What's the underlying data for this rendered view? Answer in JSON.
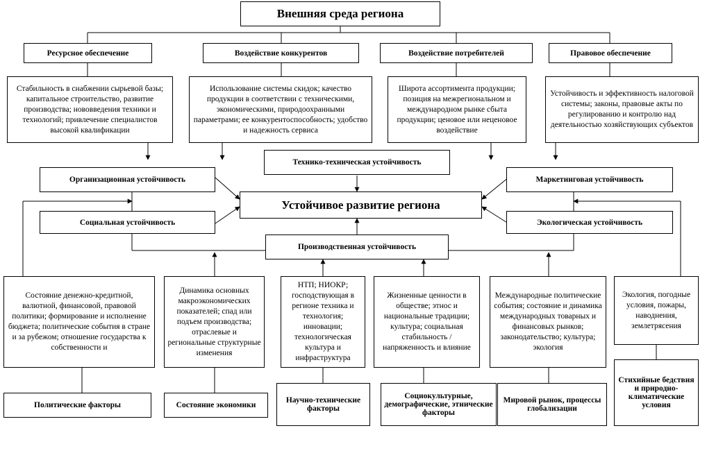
{
  "title": "Внешняя среда региона",
  "center": "Устойчивое развитие региона",
  "factors": {
    "resource": {
      "label": "Ресурсное обеспечение",
      "text": "Стабильность в снабжении сырьевой базы; капитальное строительство, развитие производства; нововведения техники и технологий; привлечение специалистов высокой квалификации"
    },
    "competitors": {
      "label": "Воздействие конкурентов",
      "text": "Использование системы скидок; качество продукции в соответствии с техническими, экономическими, природоохранными параметрами; ее конкурентоспособность; удобство и надежность сервиса"
    },
    "consumers": {
      "label": "Воздействие потребителей",
      "text": "Широта ассортимента продукции; позиция на межрегиональном и международном рынке сбыта продукции; ценовое или неценовое воздействие"
    },
    "legal": {
      "label": "Правовое обеспечение",
      "text": "Устойчивость и эффективность налоговой системы; законы, правовые акты по регулированию и контролю над деятельностью хозяйствующих субъектов"
    }
  },
  "sustainability": {
    "technical": "Технико-техническая устойчивость",
    "organizational": "Организационная устойчивость",
    "marketing": "Маркетинговая устойчивость",
    "social": "Социальная устойчивость",
    "ecological": "Экологическая  устойчивость",
    "production": "Производственная устойчивость"
  },
  "bottom": {
    "political": {
      "label": "Политические факторы",
      "text": "Состояние денежно-кредитной, валютной, финансовой, правовой политики; формирование и исполнение бюджета; политические события в стране и за рубежом; отношение государства к собственности и"
    },
    "economy": {
      "label": "Состояние экономики",
      "text": "Динамика основных макроэкономических показателей; спад или подъем производства; отраслевые и региональные структурные изменения"
    },
    "scitech": {
      "label": "Научно-технические факторы",
      "text": "НТП; НИОКР; господствующая в регионе техника и технология; инновации; технологическая культура и инфраструктура"
    },
    "sociocultural": {
      "label": "Социокультурные, демографические, этнические факторы",
      "text": "Жизненные ценности в обществе;  этнос и национальные традиции; культура; социальная стабильность /напряженность и  влияние"
    },
    "world": {
      "label": "Мировой рынок, процессы глобализации",
      "text": "Международные политические события; состояние и динамика международных товарных и финансовых рынков; законодательство; культура; экология"
    },
    "nature": {
      "label": "Стихийные бедствия и природно-климатические условия",
      "text": "Экология, погодные условия, пожары, наводнения, землетрясения"
    }
  }
}
